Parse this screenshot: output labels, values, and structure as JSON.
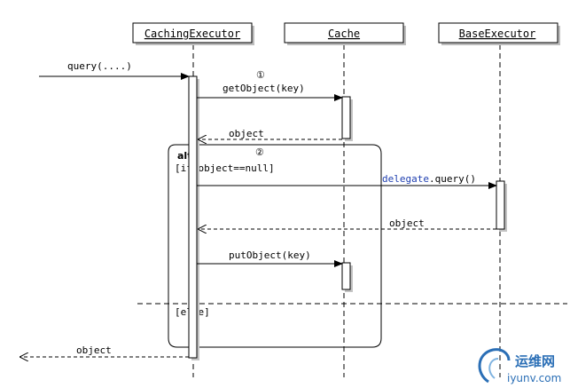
{
  "participants": [
    {
      "label": "CachingExecutor"
    },
    {
      "label": "Cache"
    },
    {
      "label": "BaseExecutor"
    }
  ],
  "messages": {
    "incoming_call": "query(....)",
    "get_object": "getObject(key)",
    "object_return_1": "object",
    "delegate_prefix": "delegate",
    "delegate_suffix": ".query()",
    "object_return_2": "object",
    "put_object": "putObject(key)",
    "final_return": "object"
  },
  "step_markers": {
    "one": "①",
    "two": "②"
  },
  "alt_frame": {
    "keyword": "alt",
    "guard_if": "[if object==null]",
    "guard_else": "[else]"
  },
  "watermark": {
    "primary": "运维网",
    "secondary": "iyunv.com"
  },
  "colors": {
    "delegate_keyword": "#1f3fb0",
    "logo": "#2b6fb6"
  }
}
